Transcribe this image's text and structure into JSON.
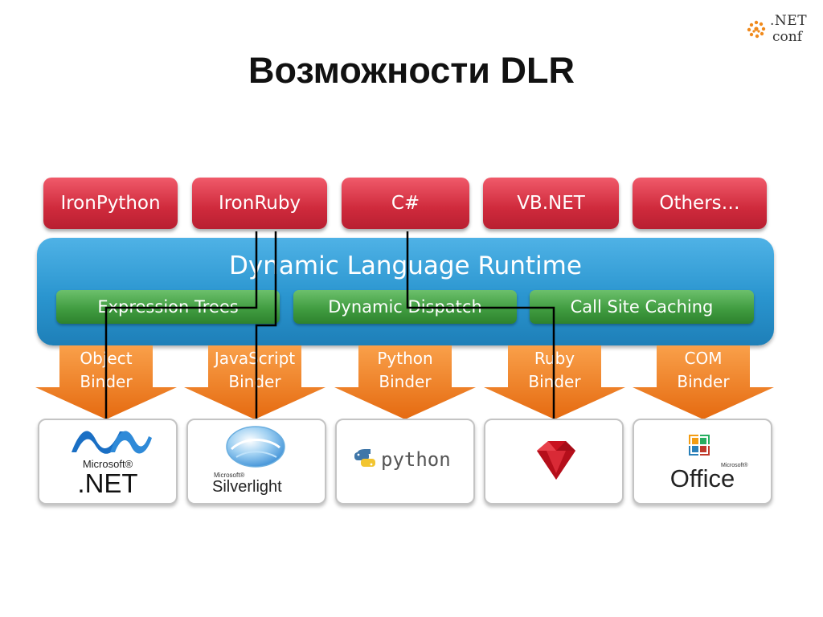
{
  "header": {
    "logo_line1": ".NET",
    "logo_line2": "conf",
    "title": "Возможности DLR"
  },
  "languages": [
    "IronPython",
    "IronRuby",
    "C#",
    "VB.NET",
    "Others…"
  ],
  "runtime": {
    "title": "Dynamic Language Runtime",
    "services": [
      "Expression Trees",
      "Dynamic Dispatch",
      "Call Site Caching"
    ]
  },
  "binders": [
    {
      "line1": "Object",
      "line2": "Binder"
    },
    {
      "line1": "JavaScript",
      "line2": "Binder"
    },
    {
      "line1": "Python",
      "line2": "Binder"
    },
    {
      "line1": "Ruby",
      "line2": "Binder"
    },
    {
      "line1": "COM",
      "line2": "Binder"
    }
  ],
  "platforms": {
    "dotnet": {
      "small": "Microsoft®",
      "name": ".NET"
    },
    "silverlight": {
      "small": "Microsoft®",
      "name": "Silverlight"
    },
    "python": {
      "name": "python"
    },
    "ruby": {
      "icon": "ruby-gem-icon"
    },
    "office": {
      "small": "Microsoft®",
      "name": "Office"
    }
  },
  "colors": {
    "language_box": "#cf2a3c",
    "runtime_box": "#2a95cf",
    "service_box": "#3e9a3e",
    "binder_arrow": "#ee7d22",
    "connector": "#000000"
  }
}
